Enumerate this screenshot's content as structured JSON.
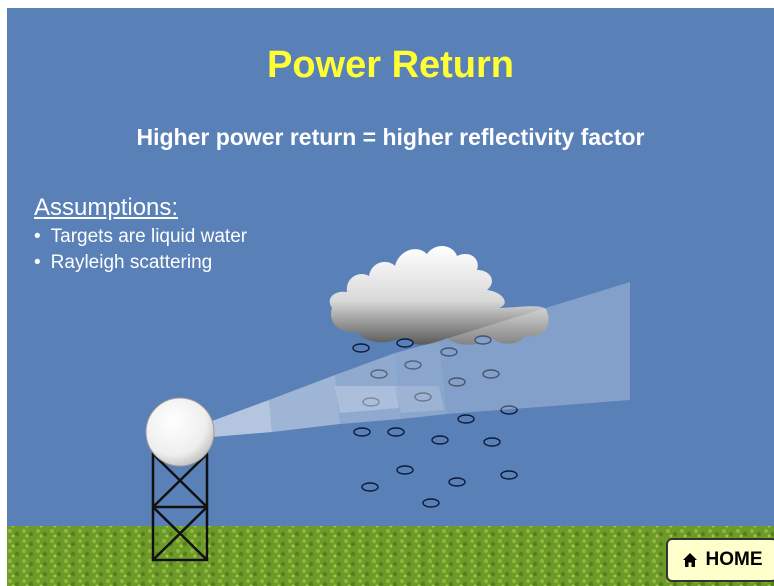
{
  "slide": {
    "title": "Power Return",
    "subtitle": "Higher power return = higher reflectivity factor",
    "assumptions": {
      "heading": "Assumptions:",
      "items": [
        "Targets are liquid water",
        "Rayleigh scattering"
      ]
    }
  },
  "nav": {
    "home_label": "HOME",
    "home_icon": "home-icon"
  },
  "colors": {
    "background": "#5a80b8",
    "title": "#ffff33",
    "text": "#ffffff",
    "button_bg": "#ffffcc"
  }
}
